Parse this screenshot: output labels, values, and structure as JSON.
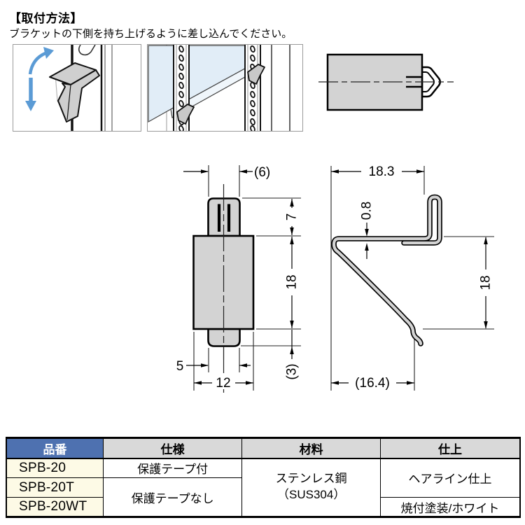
{
  "page": {
    "title": "【取付方法】",
    "instruction": "ブラケットの下側を持ち上げるように差し込んでください。"
  },
  "dimensions": {
    "front": {
      "top_tab_width": "(6)",
      "top_tab_height": "7",
      "body_height": "18",
      "bottom_tab_height": "(3)",
      "bottom_tab_offset": "5",
      "body_width": "12"
    },
    "side": {
      "top_width": "18.3",
      "thickness": "0.8",
      "height": "18",
      "bottom_width": "(16.4)"
    }
  },
  "table": {
    "headers": {
      "part_no": "品番",
      "spec": "仕様",
      "material": "材料",
      "finish": "仕上"
    },
    "rows": [
      {
        "part_no": "SPB-20"
      },
      {
        "part_no": "SPB-20T"
      },
      {
        "part_no": "SPB-20WT"
      }
    ],
    "spec_with_tape": "保護テープ付",
    "spec_without_tape": "保護テープなし",
    "material_line1": "ステンレス鋼",
    "material_line2": "（SUS304）",
    "finish_hairline": "ヘアライン仕上",
    "finish_baked": "焼付塗装/ホワイト"
  },
  "colors": {
    "header_blue": "#4e71b0",
    "header_gray": "#d9d9d9",
    "part_cell_cream": "#fdfae6",
    "drawing_gray": "#d3d3d3",
    "arrow_blue": "#5b9bd5",
    "shelf_blue": "#e1edf7"
  }
}
